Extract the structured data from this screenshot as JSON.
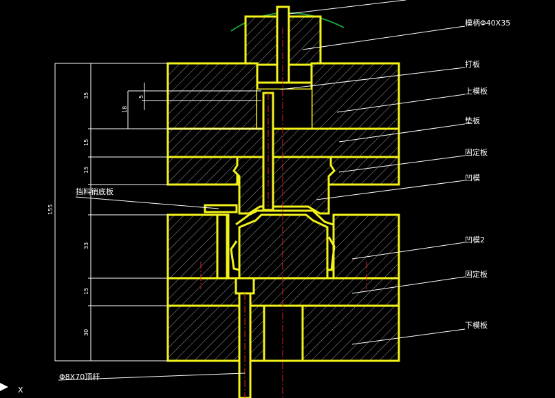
{
  "colors": {
    "background": "#000000",
    "part": "#f2f21a",
    "hatch": "#9a9a9a",
    "centerline": "#e02020",
    "annotation": "#ffffff",
    "arc": "#1a9a3a"
  },
  "labels": {
    "punch_rod": "模柄Φ40X35",
    "stripper_plate": "打板",
    "upper_die_plate": "上模板",
    "backing_plate": "垫板",
    "fixed_plate_upper": "固定板",
    "concave_die": "凹模",
    "material_stop": "挡料销底板",
    "concave_die_2": "凹模2",
    "fixed_plate_lower": "固定板",
    "lower_die_plate": "下模板",
    "ejector_rod": "Φ8X70顶杆"
  },
  "dimensions": {
    "total": "155",
    "d35": "35",
    "d15a": "15",
    "d15b": "15",
    "d33": "33",
    "d15c": "15",
    "d30": "30",
    "d5": "5",
    "d18": "18"
  },
  "ucs": {
    "axis": "X"
  }
}
